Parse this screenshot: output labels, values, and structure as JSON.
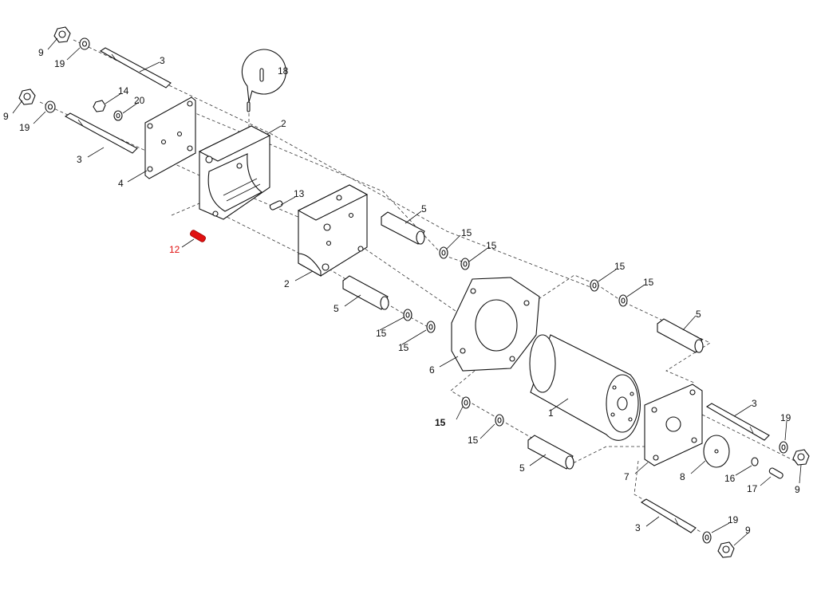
{
  "title": "Exploded parts diagram",
  "highlight_color": "#e01010",
  "callouts": [
    "9",
    "19",
    "3",
    "9",
    "19",
    "14",
    "20",
    "3",
    "4",
    "18",
    "2",
    "13",
    "12",
    "2",
    "5",
    "15",
    "15",
    "5",
    "15",
    "15",
    "6",
    "15",
    "15",
    "5",
    "1",
    "15",
    "15",
    "5",
    "3",
    "19",
    "7",
    "8",
    "16",
    "17",
    "9",
    "3",
    "19",
    "9"
  ]
}
